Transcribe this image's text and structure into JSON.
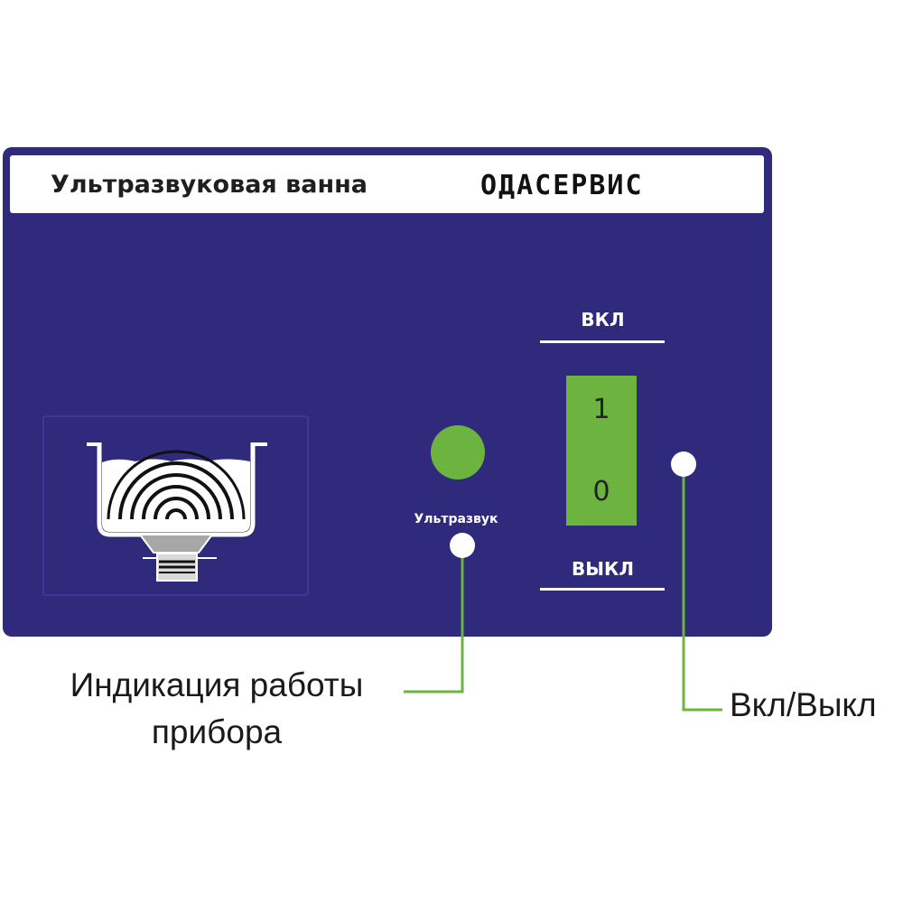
{
  "panel": {
    "title": "Ультразвуковая ванна",
    "brand": "ОДАСЕРВИС"
  },
  "indicator": {
    "label": "Ультразвук"
  },
  "power_switch": {
    "on_label": "ВКЛ",
    "off_label": "ВЫКЛ",
    "position_on": "1",
    "position_off": "0"
  },
  "callouts": {
    "indication_line1": "Индикация работы",
    "indication_line2": "прибора",
    "on_off": "Вкл/Выкл"
  },
  "colors": {
    "panel": "#2f2a7c",
    "accent_green": "#6db33f",
    "header": "#ffffff"
  },
  "icons": {
    "bath": "ultrasonic-bath-icon"
  }
}
